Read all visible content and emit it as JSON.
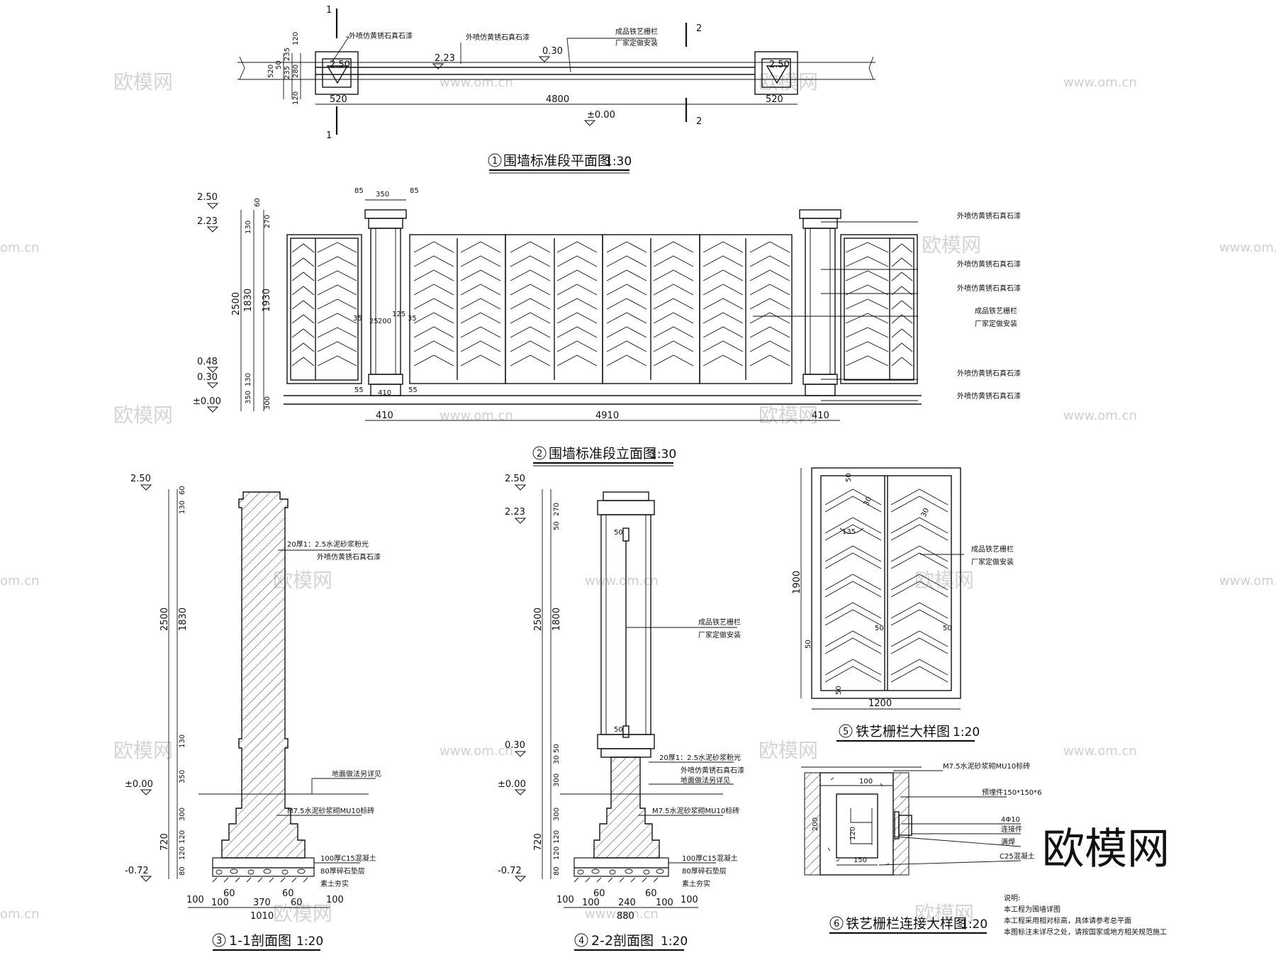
{
  "plan": {
    "title_num": "1",
    "title": "围墙标准段平面图",
    "scale": "1:30",
    "section_marks": [
      "1",
      "1",
      "2",
      "2"
    ],
    "note_left": "外喷仿黄锈石真石漆",
    "note_mid": "外喷仿黄锈石真石漆",
    "note_right_1": "成品铁艺栅栏",
    "note_right_2": "厂家定做安装",
    "lvl_250a": "2.50",
    "lvl_223": "2.23",
    "lvl_030": "0.30",
    "lvl_250b": "2.50",
    "lvl_000": "±0.00",
    "dim_520a": "520",
    "dim_4800": "4800",
    "dim_520b": "520",
    "dim_v_520": "520",
    "dim_v_120a": "120",
    "dim_v_120b": "120",
    "dim_v_235a": "235",
    "dim_v_235b": "235",
    "dim_v_50": "50",
    "dim_v_280": "280"
  },
  "elev": {
    "title_num": "2",
    "title": "围墙标准段立面图",
    "scale": "1:30",
    "lvl_250": "2.50",
    "lvl_223": "2.23",
    "lvl_048": "0.48",
    "lvl_030": "0.30",
    "lvl_000": "±0.00",
    "d_60": "60",
    "d_130a": "130",
    "d_270": "270",
    "d_2500": "2500",
    "d_1830": "1830",
    "d_1930": "1930",
    "d_130b": "130",
    "d_350": "350",
    "d_300": "300",
    "d_85a": "85",
    "d_350top": "350",
    "d_85b": "85",
    "d_35a": "35",
    "d_25": "25",
    "d_200": "200",
    "d_125": "125",
    "d_35b": "35",
    "d_55a": "55",
    "d_410mid": "410",
    "d_55b": "55",
    "d_410a": "410",
    "d_4910": "4910",
    "d_410b": "410",
    "notes": [
      "外喷仿黄锈石真石漆",
      "外喷仿黄锈石真石漆",
      "外喷仿黄锈石真石漆",
      "成品铁艺栅栏",
      "厂家定做安装",
      "外喷仿黄锈石真石漆",
      "外喷仿黄锈石真石漆"
    ]
  },
  "sec1": {
    "title_num": "3",
    "title": "1-1剖面图",
    "scale": "1:20",
    "lvl_250": "2.50",
    "lvl_000": "±0.00",
    "lvl_072": "-0.72",
    "v": [
      "60",
      "130",
      "1830",
      "130",
      "350",
      "300",
      "120",
      "120",
      "80"
    ],
    "v_2500": "2500",
    "v_720": "720",
    "h": [
      "100",
      "100",
      "60",
      "370",
      "60",
      "60",
      "100"
    ],
    "h_1010": "1010",
    "notes": [
      "20厚1：2.5水泥砂浆粉光",
      "外喷仿黄锈石真石漆",
      "地面做法另详见",
      "M7.5水泥砂浆砌MU10标砖",
      "100厚C15混凝土",
      "80厚碎石垫层",
      "素土夯实"
    ]
  },
  "sec2": {
    "title_num": "4",
    "title": "2-2剖面图",
    "scale": "1:20",
    "lvl_250": "2.50",
    "lvl_223": "2.23",
    "lvl_030": "0.30",
    "lvl_000": "±0.00",
    "lvl_072": "-0.72",
    "v": [
      "270",
      "50",
      "1800",
      "50",
      "30",
      "300",
      "300",
      "120",
      "120",
      "80"
    ],
    "v_2500": "2500",
    "v_720": "720",
    "h": [
      "100",
      "100",
      "60",
      "240",
      "60",
      "100",
      "100"
    ],
    "h_880": "880",
    "d_50a": "50",
    "d_50b": "50",
    "notes": [
      "成品铁艺栅栏",
      "厂家定做安装",
      "20厚1：2.5水泥砂浆粉光",
      "外喷仿黄锈石真石漆",
      "地面做法另详见",
      "M7.5水泥砂浆砌MU10标砖",
      "100厚C15混凝土",
      "80厚碎石垫层",
      "素土夯实"
    ]
  },
  "detail5": {
    "title_num": "5",
    "title": "铁艺栅栏大样图",
    "scale": "1:20",
    "d_1900": "1900",
    "d_1200": "1200",
    "d_50s": [
      "50",
      "50",
      "50",
      "50",
      "50"
    ],
    "d_30a": "30",
    "d_30b": "30",
    "d_135": "135",
    "notes": [
      "成品铁艺栅栏",
      "厂家定做安装"
    ]
  },
  "detail6": {
    "title_num": "6",
    "title": "铁艺栅栏连接大样图",
    "scale": "1:20",
    "d_100": "100",
    "d_200": "200",
    "d_120": "120",
    "d_150": "150",
    "notes": [
      "M7.5水泥砂浆砌MU10标砖",
      "预埋件150*150*6",
      "4Φ10",
      "连接件",
      "满焊",
      "C25混凝土"
    ]
  },
  "explain": {
    "head": "说明:",
    "lines": [
      "本工程为围墙详图",
      "本工程采用相对标高，具体请参考总平面",
      "本图标注未详尽之处，请按国家或地方相关规范施工"
    ]
  },
  "watermark": {
    "logo": "欧模网",
    "url": "www.om.cn",
    "url_short": "om.cn"
  }
}
